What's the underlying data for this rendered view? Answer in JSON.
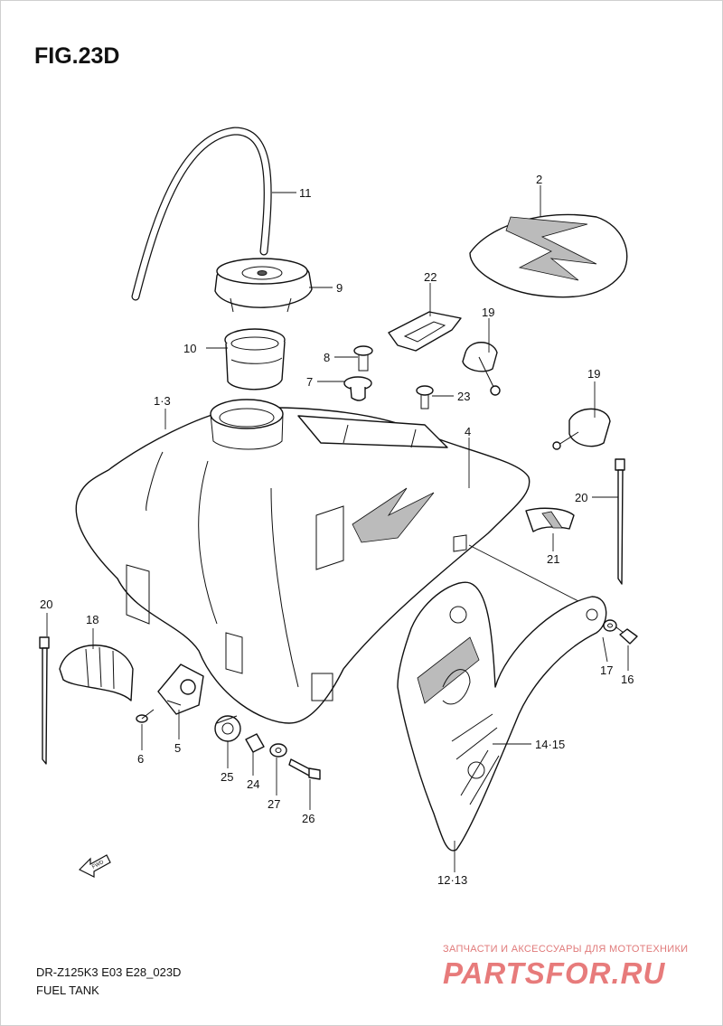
{
  "figure": {
    "title": "FIG.23D"
  },
  "footer": {
    "model_code": "DR-Z125K3 E03 E28_023D",
    "section_name": "FUEL TANK"
  },
  "watermark": {
    "tagline": "ЗАПЧАСТИ И АКСЕССУАРЫ ДЛЯ МОТОТЕХНИКИ",
    "logo_text": "PARTSFOR.RU",
    "color": "#e05050"
  },
  "direction_arrow": {
    "label": "FWD"
  },
  "callouts": [
    {
      "id": "c2",
      "label": "2"
    },
    {
      "id": "c11",
      "label": "11"
    },
    {
      "id": "c9",
      "label": "9"
    },
    {
      "id": "c22",
      "label": "22"
    },
    {
      "id": "c19a",
      "label": "19"
    },
    {
      "id": "c10",
      "label": "10"
    },
    {
      "id": "c8",
      "label": "8"
    },
    {
      "id": "c7",
      "label": "7"
    },
    {
      "id": "c23",
      "label": "23"
    },
    {
      "id": "c19b",
      "label": "19"
    },
    {
      "id": "c13",
      "label": "1·3"
    },
    {
      "id": "c4",
      "label": "4"
    },
    {
      "id": "c20a",
      "label": "20"
    },
    {
      "id": "c21",
      "label": "21"
    },
    {
      "id": "c20b",
      "label": "20"
    },
    {
      "id": "c18",
      "label": "18"
    },
    {
      "id": "c17",
      "label": "17"
    },
    {
      "id": "c16",
      "label": "16"
    },
    {
      "id": "c6",
      "label": "6"
    },
    {
      "id": "c5",
      "label": "5"
    },
    {
      "id": "c1415",
      "label": "14·15"
    },
    {
      "id": "c25",
      "label": "25"
    },
    {
      "id": "c24",
      "label": "24"
    },
    {
      "id": "c27",
      "label": "27"
    },
    {
      "id": "c26",
      "label": "26"
    },
    {
      "id": "c1213",
      "label": "12·13"
    }
  ]
}
